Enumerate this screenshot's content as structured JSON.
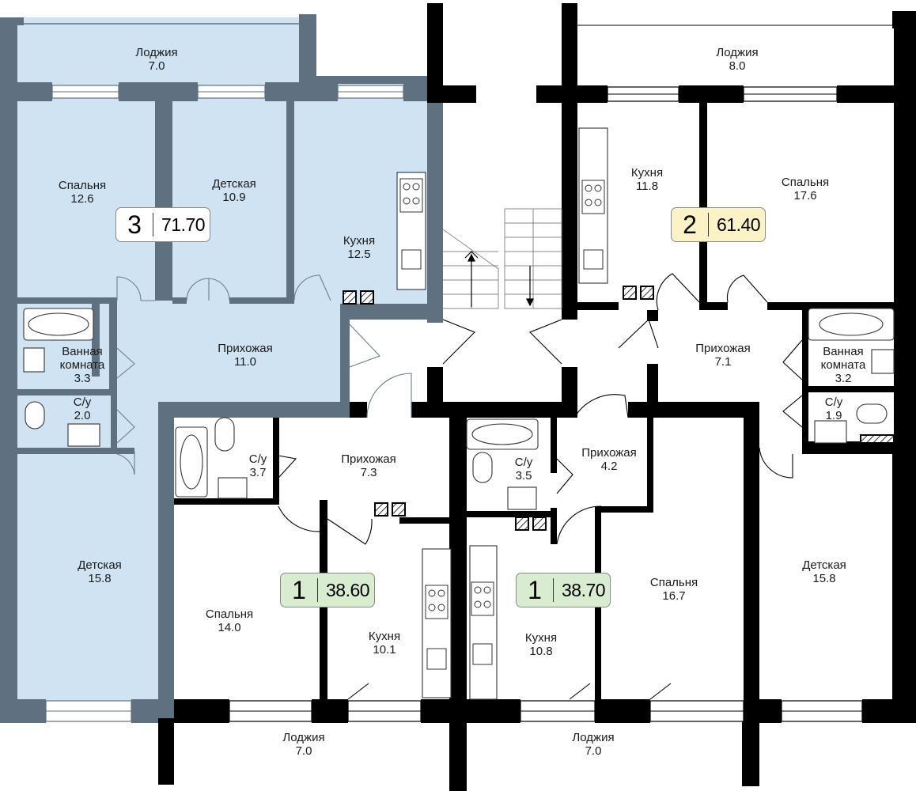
{
  "colors": {
    "highlight_fill": "#cfe3f3",
    "highlight_wall": "#5f7180",
    "wall": "#000000",
    "badge_3": "#ffffff",
    "badge_2": "#fbf3c5",
    "badge_1": "#d8ecd0"
  },
  "apartments": [
    {
      "id": "apt-3",
      "rooms": "3",
      "area": "71.70",
      "badge_color": "white"
    },
    {
      "id": "apt-2",
      "rooms": "2",
      "area": "61.40",
      "badge_color": "yellow"
    },
    {
      "id": "apt-1a",
      "rooms": "1",
      "area": "38.60",
      "badge_color": "green"
    },
    {
      "id": "apt-1b",
      "rooms": "1",
      "area": "38.70",
      "badge_color": "green"
    }
  ],
  "rooms": [
    {
      "id": "loggia-3",
      "name": "Лоджия",
      "area": "7.0"
    },
    {
      "id": "bedroom-3",
      "name": "Спальня",
      "area": "12.6"
    },
    {
      "id": "kids-3a",
      "name": "Детская",
      "area": "10.9"
    },
    {
      "id": "kitchen-3",
      "name": "Кухня",
      "area": "12.5"
    },
    {
      "id": "bath-3",
      "name": "Ванная комната",
      "area": "3.3"
    },
    {
      "id": "hall-3",
      "name": "Прихожая",
      "area": "11.0"
    },
    {
      "id": "wc-3",
      "name": "С/у",
      "area": "2.0"
    },
    {
      "id": "kids-3b",
      "name": "Детская",
      "area": "15.8"
    },
    {
      "id": "loggia-2",
      "name": "Лоджия",
      "area": "8.0"
    },
    {
      "id": "kitchen-2",
      "name": "Кухня",
      "area": "11.8"
    },
    {
      "id": "bedroom-2",
      "name": "Спальня",
      "area": "17.6"
    },
    {
      "id": "hall-2",
      "name": "Прихожая",
      "area": "7.1"
    },
    {
      "id": "bath-2",
      "name": "Ванная комната",
      "area": "3.2"
    },
    {
      "id": "wc-2",
      "name": "С/у",
      "area": "1.9"
    },
    {
      "id": "kids-2",
      "name": "Детская",
      "area": "15.8"
    },
    {
      "id": "wc-1a",
      "name": "С/у",
      "area": "3.7"
    },
    {
      "id": "hall-1a",
      "name": "Прихожая",
      "area": "7.3"
    },
    {
      "id": "bedroom-1a",
      "name": "Спальня",
      "area": "14.0"
    },
    {
      "id": "kitchen-1a",
      "name": "Кухня",
      "area": "10.1"
    },
    {
      "id": "loggia-1a",
      "name": "Лоджия",
      "area": "7.0"
    },
    {
      "id": "wc-1b",
      "name": "С/у",
      "area": "3.5"
    },
    {
      "id": "hall-1b",
      "name": "Прихожая",
      "area": "4.2"
    },
    {
      "id": "kitchen-1b",
      "name": "Кухня",
      "area": "10.8"
    },
    {
      "id": "bedroom-1b",
      "name": "Спальня",
      "area": "16.7"
    },
    {
      "id": "loggia-1b",
      "name": "Лоджия",
      "area": "7.0"
    }
  ]
}
